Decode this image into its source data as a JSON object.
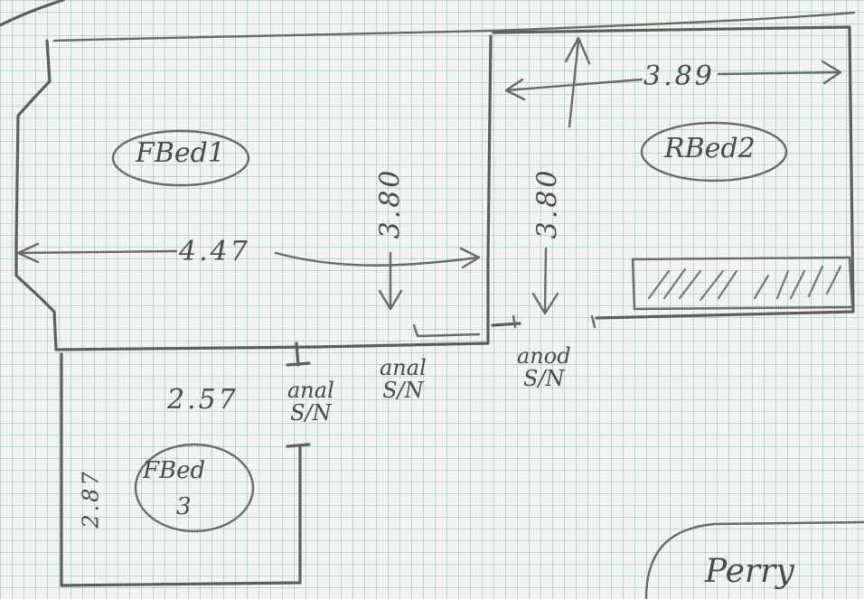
{
  "rooms": {
    "room1": {
      "name": "FBed1",
      "width": "4.47",
      "depth": "3.80"
    },
    "room2": {
      "name": "RBed2",
      "width": "3.89",
      "depth": "3.80"
    },
    "room3": {
      "name": "FBed",
      "name2": "3",
      "width": "2.57",
      "depth": "2.87"
    },
    "room4": {
      "name": "Perry"
    }
  },
  "notes": {
    "n1": {
      "line1": "anal",
      "line2": "S/N"
    },
    "n2": {
      "line1": "anal",
      "line2": "S/N"
    },
    "n3": {
      "line1": "anod",
      "line2": "S/N"
    }
  }
}
